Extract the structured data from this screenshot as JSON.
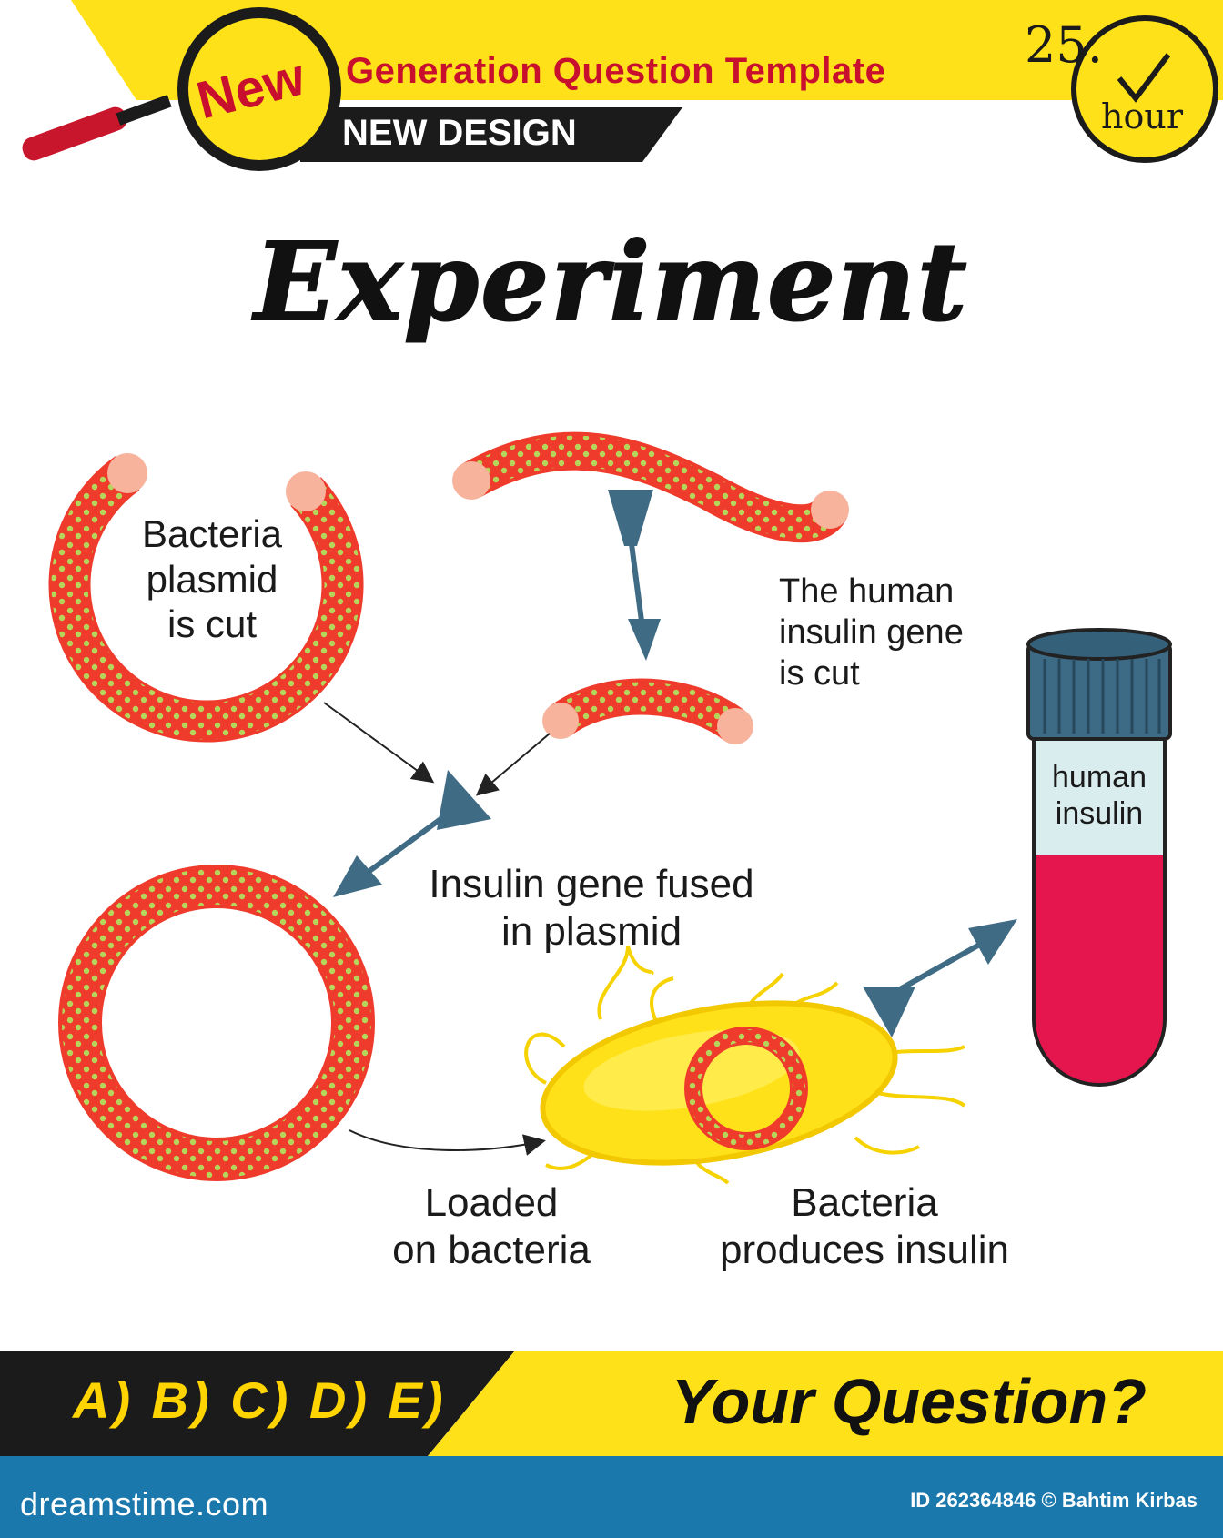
{
  "header": {
    "badge": "New",
    "title": "Generation Question Template",
    "subtitle": "NEW DESIGN",
    "clock_number": "25.",
    "clock_unit": "hour"
  },
  "main_title": "Experiment",
  "labels": {
    "plasmid_cut": [
      "Bacteria",
      "plasmid",
      "is cut"
    ],
    "gene_cut": [
      "The human",
      "insulin gene",
      "is cut"
    ],
    "tube": [
      "human",
      "insulin"
    ],
    "fused": [
      "Insulin gene fused",
      "in plasmid"
    ],
    "loaded": [
      "Loaded",
      "on bacteria"
    ],
    "produces": [
      "Bacteria",
      "produces insulin"
    ]
  },
  "bottom": {
    "answers": "A) B) C) D) E)",
    "question": "Your Question?"
  },
  "footer": {
    "brand": "dreamstime.com",
    "id_text": "ID 262364846 © Bahtim Kirbas"
  },
  "colors": {
    "yellow": "#ffe11a",
    "red_strand": "#ee3b2c",
    "strand_dots": "#b5d65a",
    "strand_ends": "#f7b39c",
    "arrow": "#3f6b85",
    "tube_liquid": "#e5164d",
    "tube_cap": "#3d6a84",
    "footer_blue": "#1a78ad",
    "dark_band": "#1b1b1b"
  }
}
